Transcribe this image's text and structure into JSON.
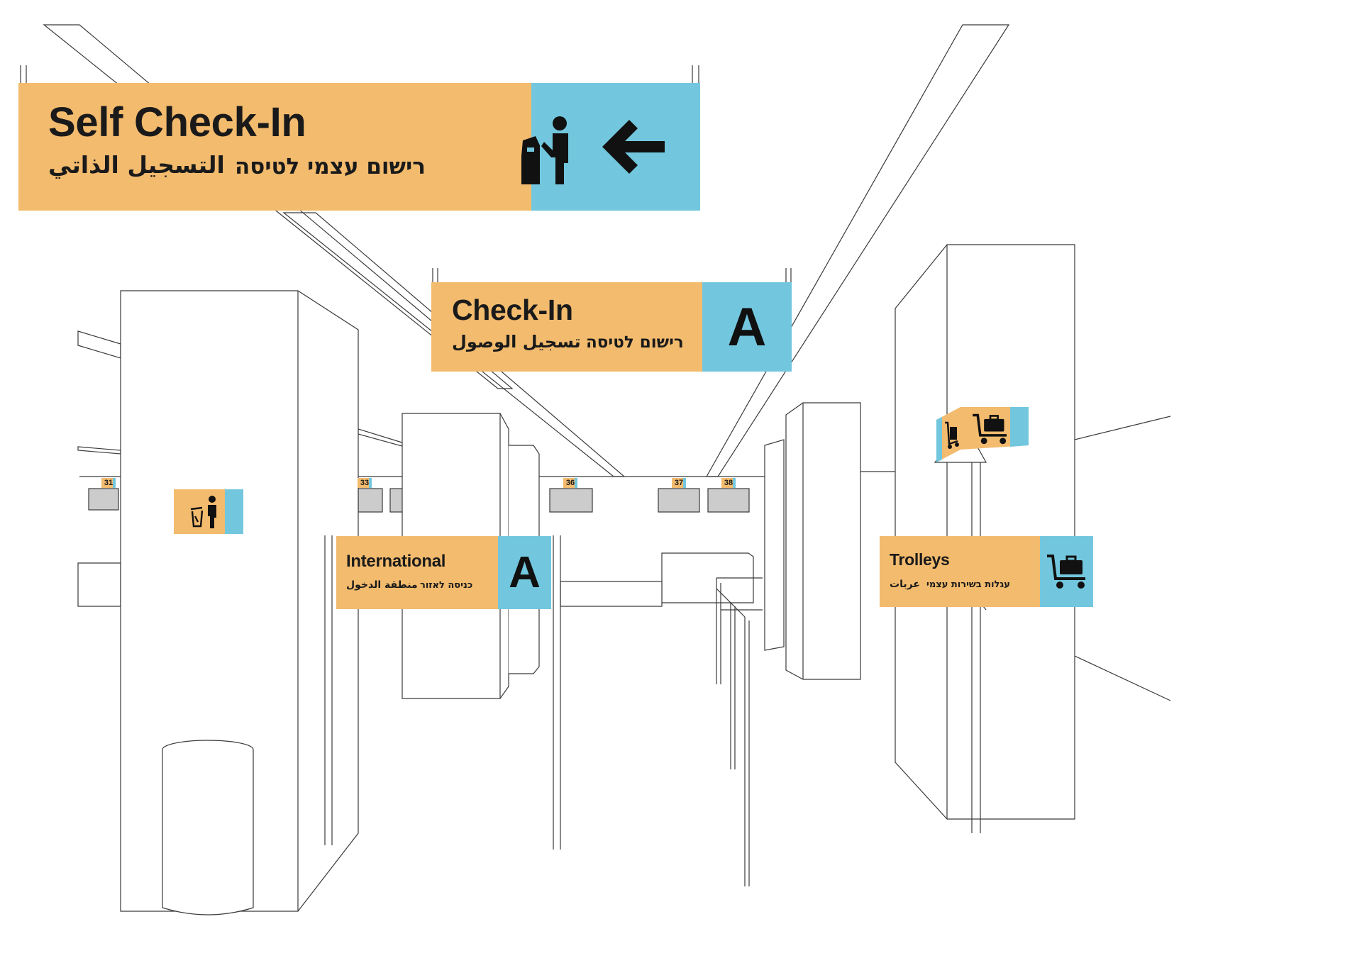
{
  "colors": {
    "orange": "#f3bb6e",
    "blue": "#72c7de",
    "ink": "#1a1a1a",
    "line": "#3a3a3a",
    "counter": "#cccccc"
  },
  "self_checkin": {
    "title": "Self Check-In",
    "hebrew": "רישום עצמי לטיסה",
    "arabic": "التسجيل الذاتي",
    "icons": [
      "self-checkin-kiosk-icon",
      "arrow-left-icon"
    ]
  },
  "checkin": {
    "title": "Check-In",
    "hebrew": "רישום לטיסה",
    "arabic": "تسجيل الوصول",
    "zone": "A"
  },
  "international": {
    "title": "International",
    "hebrew": "כניסה לאזור",
    "arabic": "منطقة الدخول",
    "zone": "A"
  },
  "trolleys": {
    "title": "Trolleys",
    "hebrew": "עגלות בשירות עצמי",
    "arabic": "عربات",
    "icons": [
      "luggage-trolley-icon"
    ]
  },
  "bin_sign": {
    "icons": [
      "trash-bin-icon"
    ]
  },
  "trolley_cube": {
    "icons": [
      "luggage-trolley-icon",
      "luggage-trolley-icon"
    ]
  },
  "counters": [
    "31",
    "33",
    "36",
    "37",
    "38"
  ]
}
